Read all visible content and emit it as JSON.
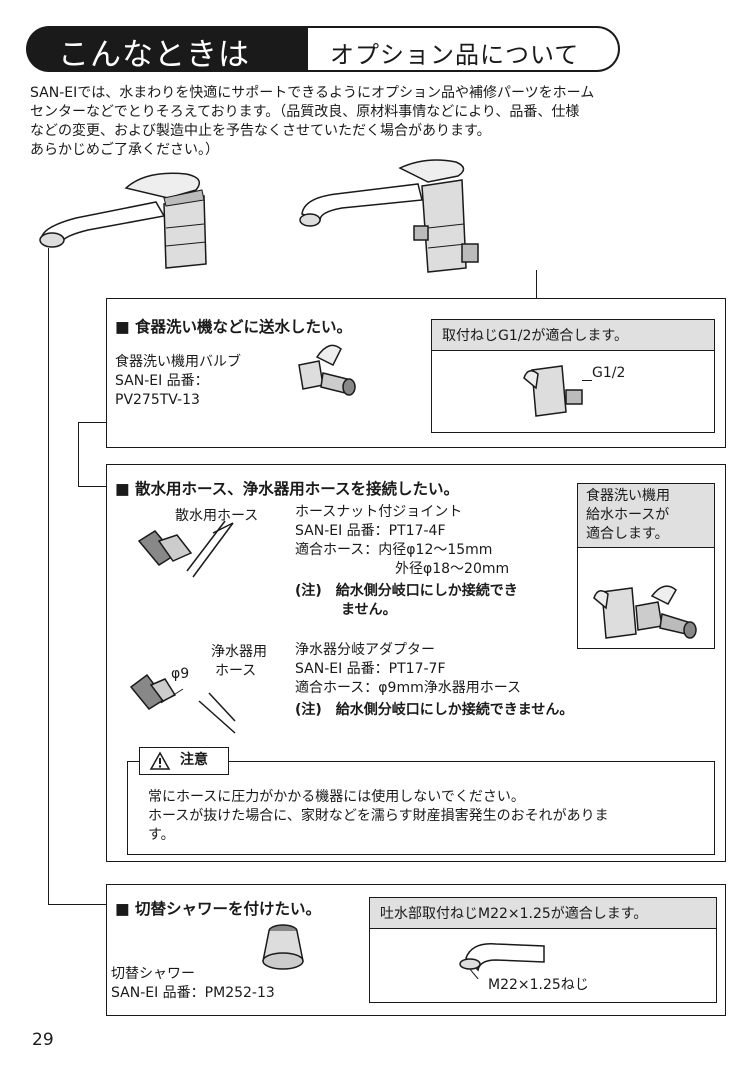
{
  "header": {
    "tag": "こんなときは",
    "title": "オプション品について"
  },
  "intro": [
    "SAN-EIでは、水まわりを快適にサポートできるようにオプション品や補修パーツをホーム",
    "センターなどでとりそろえております。（品質改良、原材料事情などにより、品番、仕様",
    "などの変更、および製造中止を予告なくさせていただく場合があります。",
    "あらかじめご了承ください。）"
  ],
  "section1": {
    "heading": "■ 食器洗い機などに送水したい。",
    "product_lines": [
      "食器洗い機用バルブ",
      "SAN-EI 品番：",
      "PV275TV-13"
    ],
    "info_caption": "取付ねじG1/2が適合します。",
    "info_label": "G1/2"
  },
  "section2": {
    "heading": "■ 散水用ホース、浄水器用ホースを接続したい。",
    "hose_label": "散水用ホース",
    "item1_lines": [
      "ホースナット付ジョイント",
      "SAN-EI 品番：PT17-4F",
      "適合ホース：内径φ12～15mm",
      "外径φ18～20mm"
    ],
    "item1_note": [
      "(注)　給水側分岐口にしか接続でき",
      "ません。"
    ],
    "side_caption": [
      "食器洗い機用",
      "給水ホースが",
      "適合します。"
    ],
    "purifier_label": [
      "浄水器用",
      "ホース"
    ],
    "dia_label": "φ9",
    "item2_lines": [
      "浄水器分岐アダプター",
      "SAN-EI 品番：PT17-7F",
      "適合ホース：φ9mm浄水器用ホース"
    ],
    "item2_note": "(注)　給水側分岐口にしか接続できません。",
    "caution_title": "注意",
    "caution_lines": [
      "常にホースに圧力がかかる機器には使用しないでください。",
      "ホースが抜けた場合に、家財などを濡らす財産損害発生のおそれがありま",
      "す。"
    ]
  },
  "section3": {
    "heading": "■ 切替シャワーを付けたい。",
    "product_lines": [
      "切替シャワー",
      "SAN-EI 品番：PM252-13"
    ],
    "info_caption": "吐水部取付ねじM22×1.25が適合します。",
    "info_label": "M22×1.25ねじ"
  },
  "page_number": "29"
}
